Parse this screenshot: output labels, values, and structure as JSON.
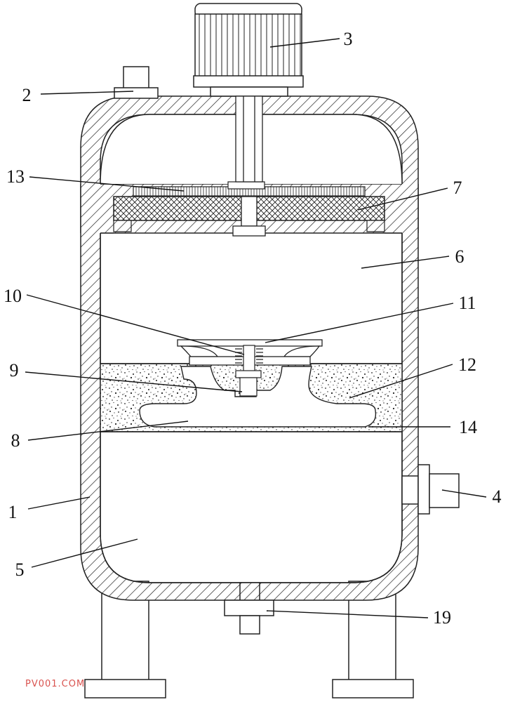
{
  "watermark": "PV001.COM",
  "colors": {
    "line": "#222222",
    "watermark": "#d9534f",
    "background": "#ffffff"
  },
  "callouts": [
    {
      "id": "1",
      "text": "1"
    },
    {
      "id": "2",
      "text": "2"
    },
    {
      "id": "3",
      "text": "3"
    },
    {
      "id": "4",
      "text": "4"
    },
    {
      "id": "5",
      "text": "5"
    },
    {
      "id": "6",
      "text": "6"
    },
    {
      "id": "7",
      "text": "7"
    },
    {
      "id": "8",
      "text": "8"
    },
    {
      "id": "9",
      "text": "9"
    },
    {
      "id": "10",
      "text": "10"
    },
    {
      "id": "11",
      "text": "11"
    },
    {
      "id": "12",
      "text": "12"
    },
    {
      "id": "13",
      "text": "13"
    },
    {
      "id": "14",
      "text": "14"
    },
    {
      "id": "19",
      "text": "19"
    }
  ]
}
